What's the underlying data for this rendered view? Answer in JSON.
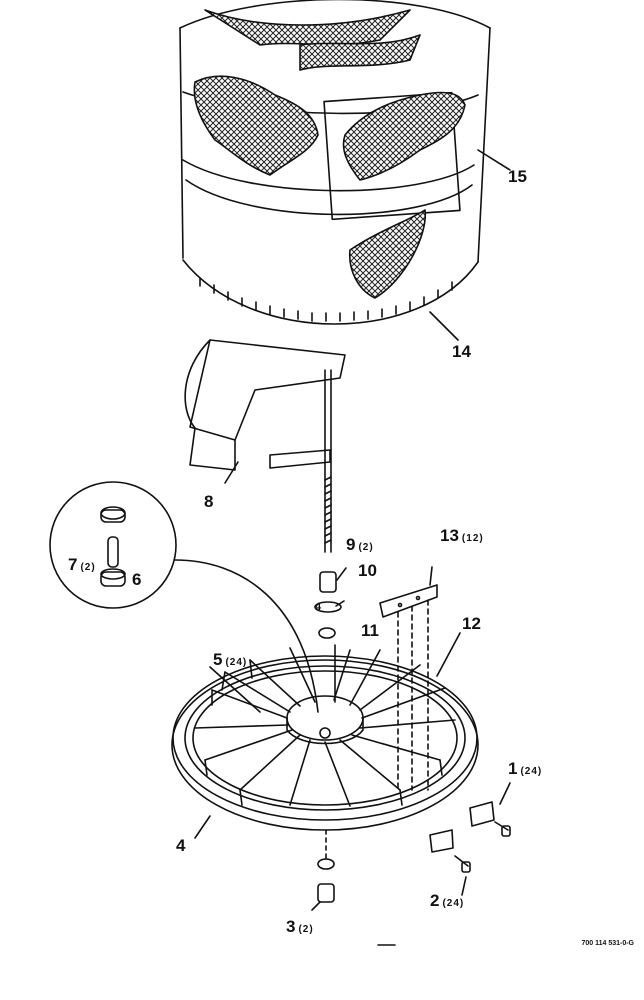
{
  "diagram": {
    "callouts": [
      {
        "id": "c15",
        "number": "15",
        "qty": ""
      },
      {
        "id": "c14",
        "number": "14",
        "qty": ""
      },
      {
        "id": "c8",
        "number": "8",
        "qty": ""
      },
      {
        "id": "c7",
        "number": "7",
        "qty": "(2)"
      },
      {
        "id": "c6",
        "number": "6",
        "qty": ""
      },
      {
        "id": "c9",
        "number": "9",
        "qty": "(2)"
      },
      {
        "id": "c10",
        "number": "10",
        "qty": ""
      },
      {
        "id": "c13",
        "number": "13",
        "qty": "(12)"
      },
      {
        "id": "c4s",
        "number": "4",
        "qty": ""
      },
      {
        "id": "c11",
        "number": "11",
        "qty": ""
      },
      {
        "id": "c12",
        "number": "12",
        "qty": ""
      },
      {
        "id": "c5",
        "number": "5",
        "qty": "(24)"
      },
      {
        "id": "c1",
        "number": "1",
        "qty": "(24)"
      },
      {
        "id": "c4",
        "number": "4",
        "qty": ""
      },
      {
        "id": "c2",
        "number": "2",
        "qty": "(24)"
      },
      {
        "id": "c3",
        "number": "3",
        "qty": "(2)"
      }
    ],
    "document_number": "700 114 531-0-G"
  }
}
